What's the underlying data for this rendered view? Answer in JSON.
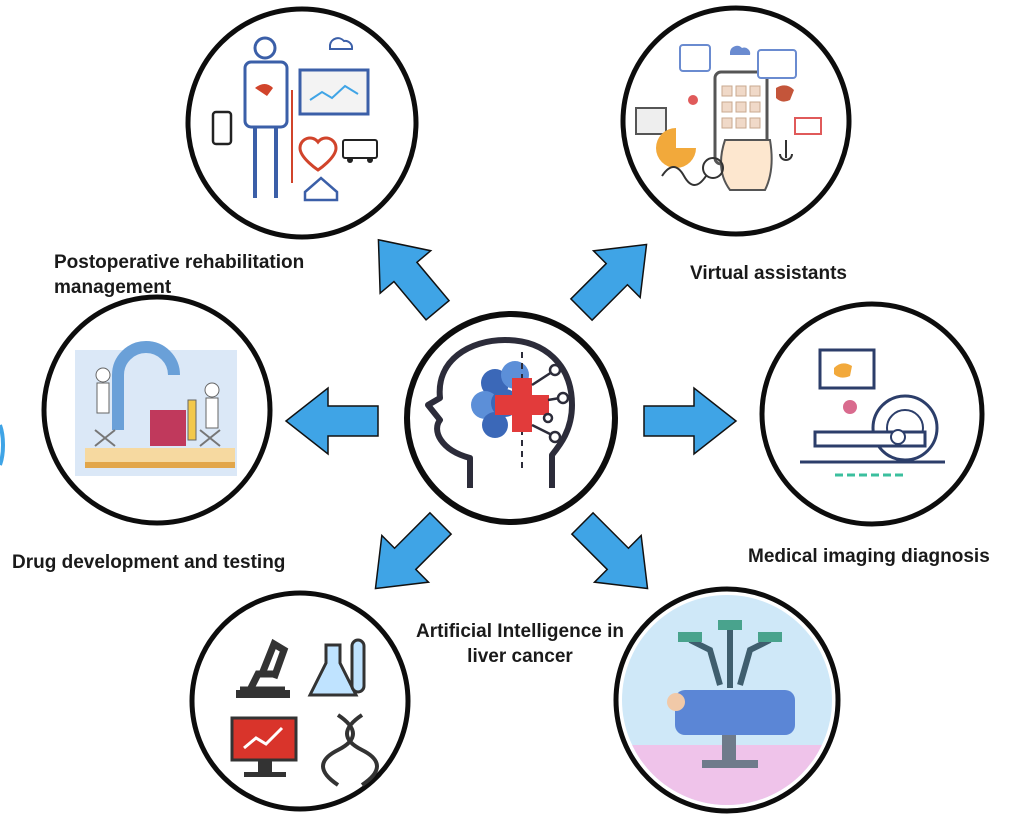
{
  "center": {
    "label_line1": "Artificial Intelligence in",
    "label_line2": "liver  cancer",
    "icon": "brain-head-medical-cross-icon"
  },
  "applications": [
    {
      "key": "postop",
      "line1": "Postoperative rehabilitation",
      "line2": "management",
      "icon": "patient-monitoring-icon"
    },
    {
      "key": "virtual",
      "line1": "Virtual assistants",
      "icon": "smartphone-health-app-icon"
    },
    {
      "key": "imaging",
      "line1": "Medical imaging diagnosis",
      "icon": "ct-scanner-icon"
    },
    {
      "key": "surgery",
      "icon": "robotic-surgery-icon"
    },
    {
      "key": "research",
      "icon": "lab-research-icon"
    },
    {
      "key": "drug",
      "line1": "Drug development and testing",
      "icon": "drug-lab-icon"
    }
  ],
  "colors": {
    "arrow_fill": "#3fa4e6",
    "arrow_stroke": "#111111",
    "circle_stroke": "#0d0d0d",
    "accent_red": "#e23b3b",
    "brain_blue": "#3b68b8"
  }
}
